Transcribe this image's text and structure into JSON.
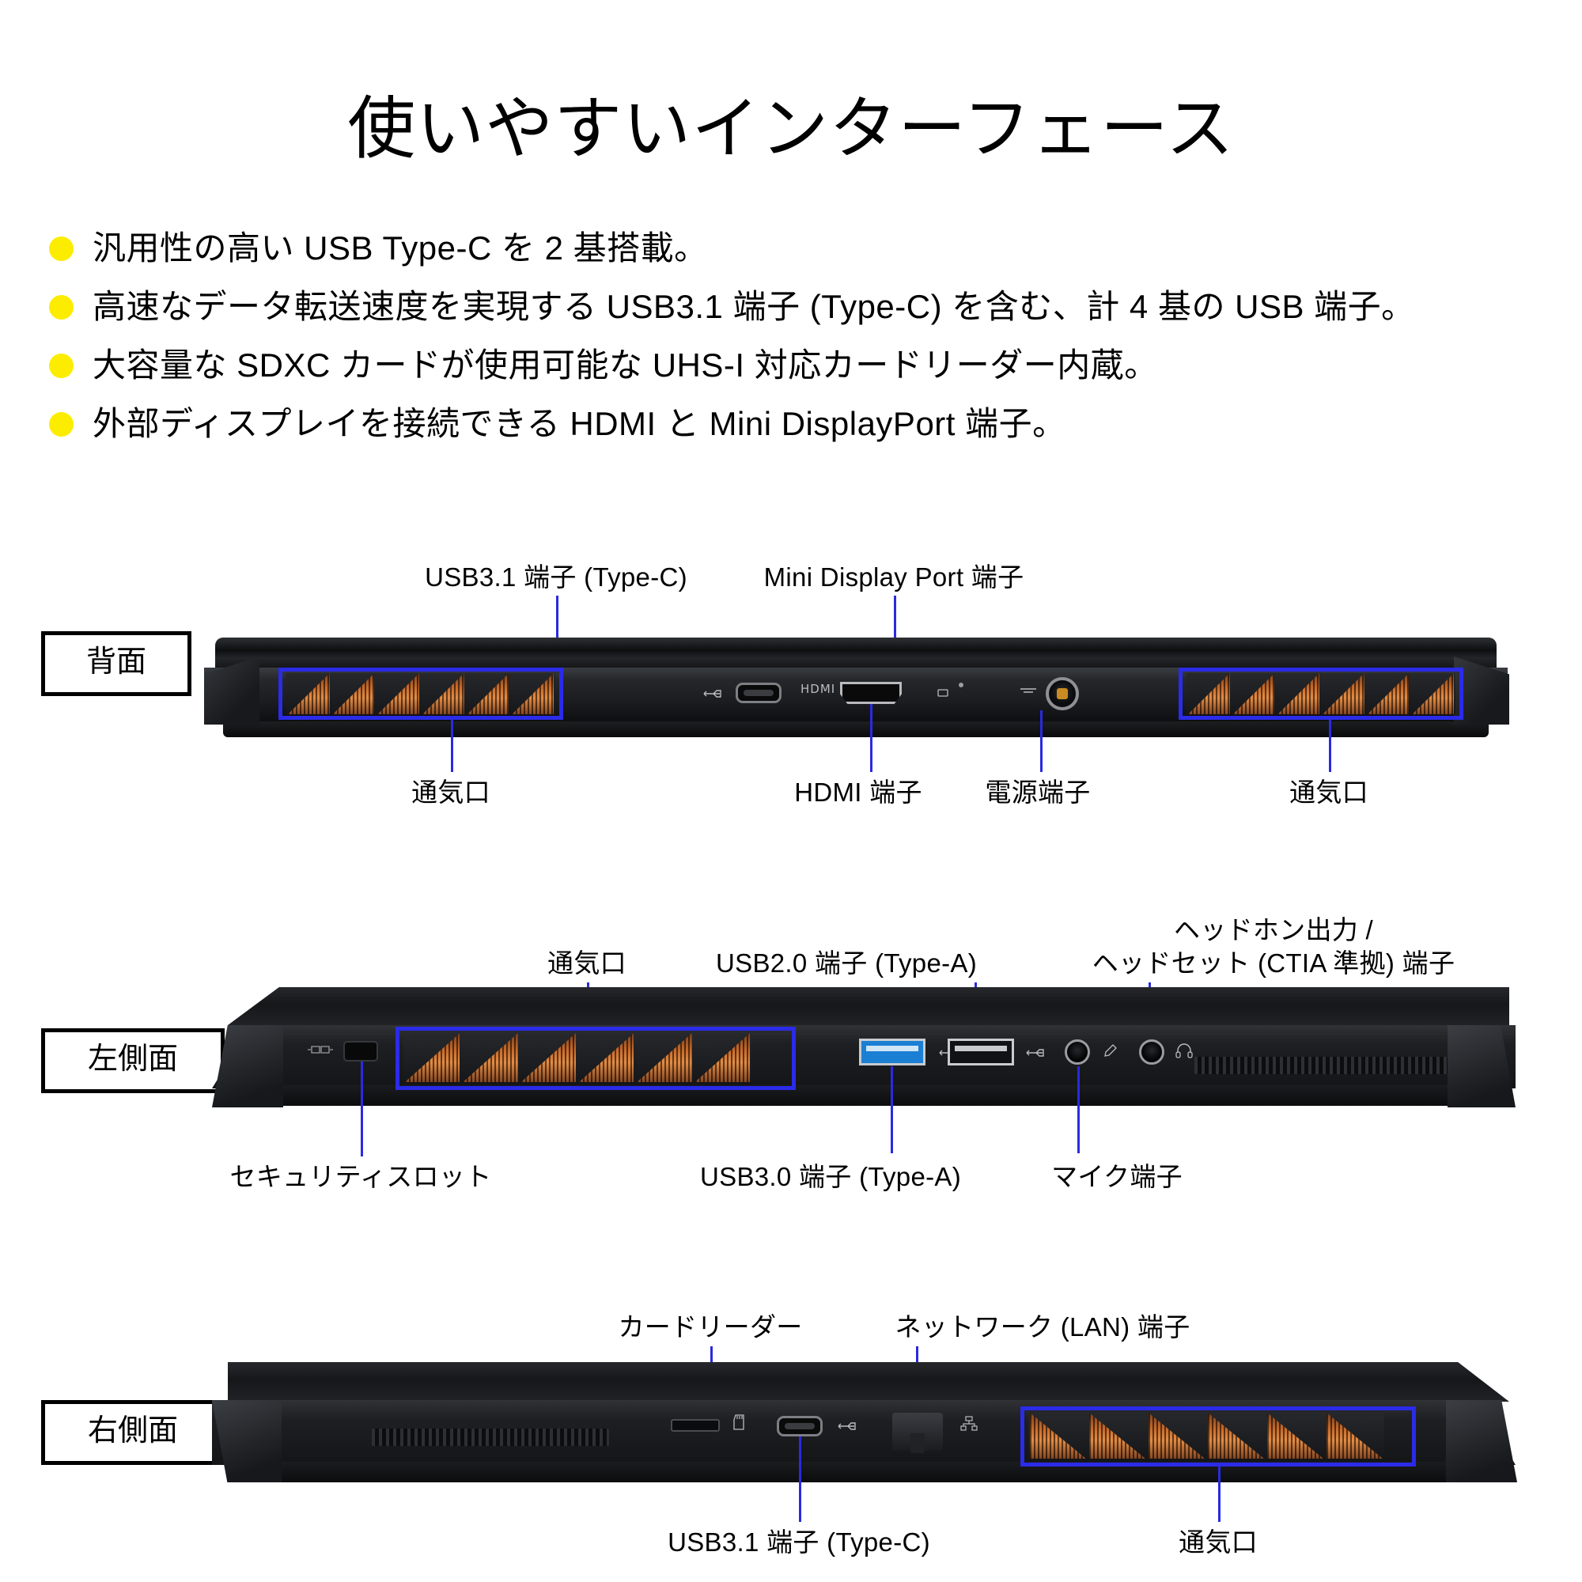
{
  "title": "使いやすいインターフェース",
  "bullets": [
    "汎用性の高い USB Type-C を 2 基搭載。",
    "高速なデータ転送速度を実現する USB3.1 端子 (Type-C) を含む、計 4 基の USB 端子。",
    "大容量な SDXC カードが使用可能な UHS-I 対応カードリーダー内蔵。",
    "外部ディスプレイを接続できる HDMI と Mini DisplayPort 端子。"
  ],
  "colors": {
    "bullet_dot": "#fced00",
    "highlight_box": "#2b2be8",
    "leader_line": "#2a2ae0",
    "text": "#000000",
    "background": "#ffffff"
  },
  "sections": [
    {
      "tag": "背面",
      "labels_top": [
        "USB3.1 端子 (Type-C)",
        "Mini Display Port 端子"
      ],
      "labels_bottom": [
        "通気口",
        "HDMI 端子",
        "電源端子",
        "通気口"
      ]
    },
    {
      "tag": "左側面",
      "labels_top": [
        "通気口",
        "USB2.0 端子 (Type-A)",
        "ヘッドホン出力 /",
        "ヘッドセット (CTIA 準拠) 端子"
      ],
      "labels_bottom": [
        "セキュリティスロット",
        "USB3.0 端子 (Type-A)",
        "マイク端子"
      ]
    },
    {
      "tag": "右側面",
      "labels_top": [
        "カードリーダー",
        "ネットワーク (LAN) 端子"
      ],
      "labels_bottom": [
        "USB3.1 端子 (Type-C)",
        "通気口"
      ]
    }
  ]
}
